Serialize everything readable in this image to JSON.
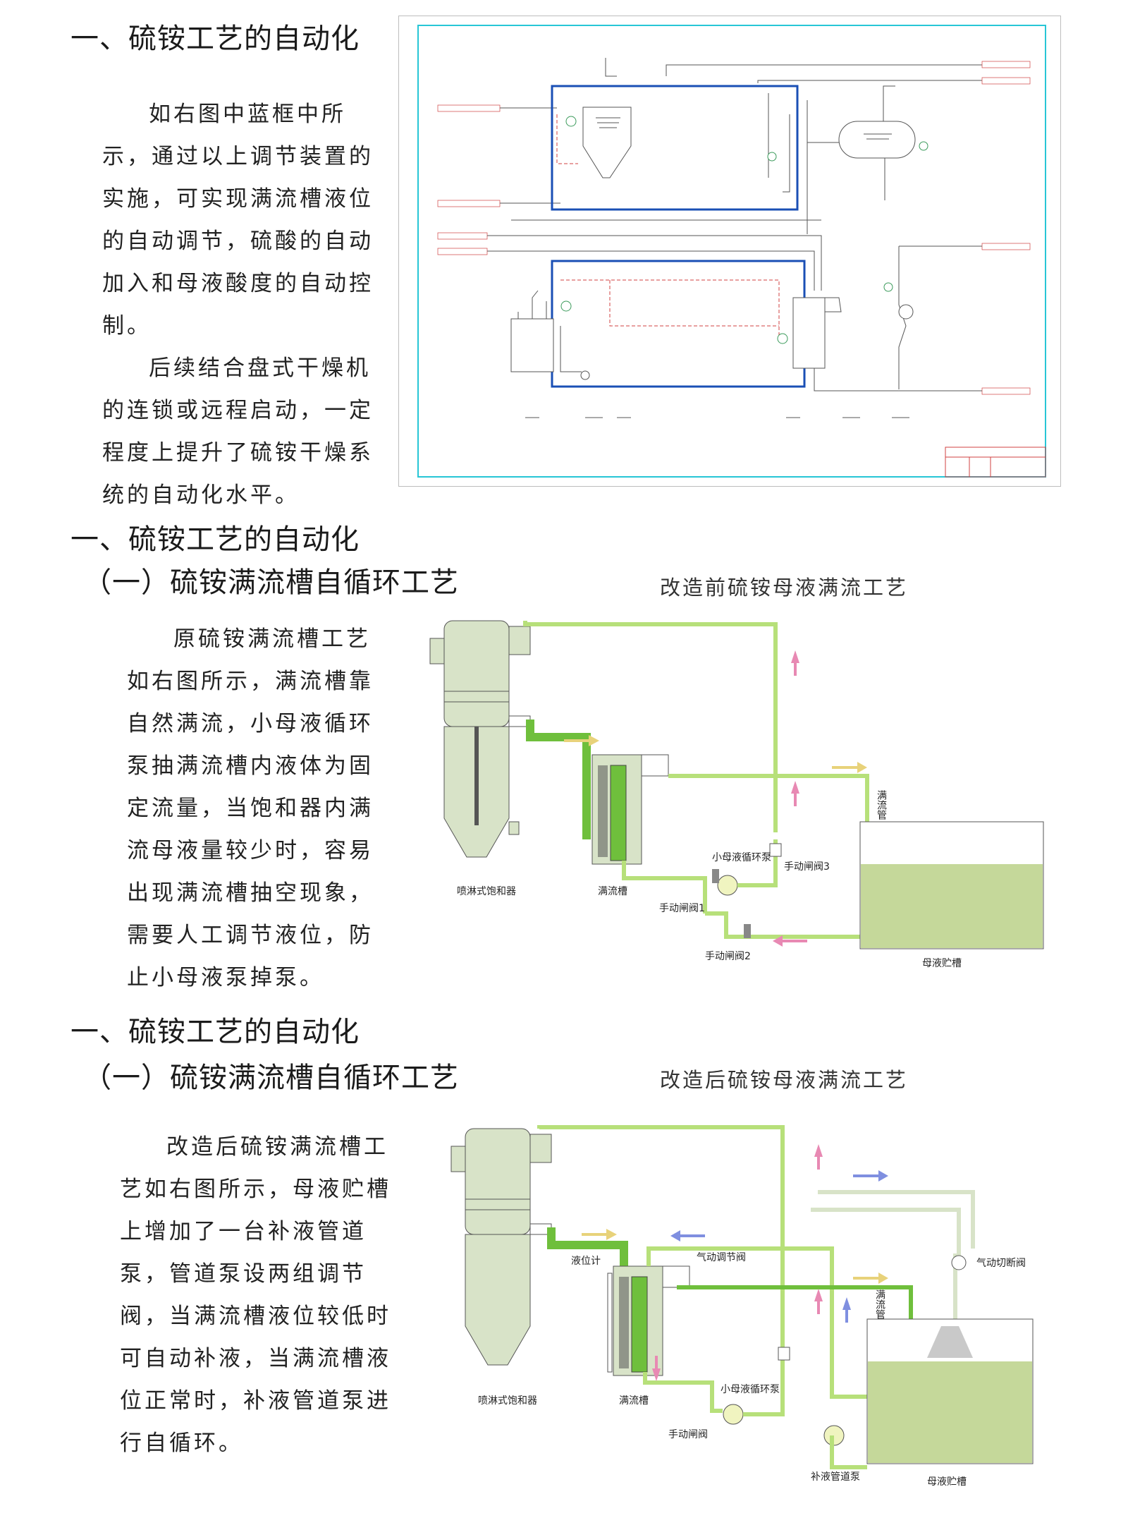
{
  "section1": {
    "title": "一、硫铵工艺的自动化",
    "paragraphs": [
      "如右图中蓝框中所示，通过以上调节装置的实施，可实现满流槽液位的自动调节，硫酸的自动加入和母液酸度的自动控制。",
      "后续结合盘式干燥机的连锁或远程启动，一定程度上提升了硫铵干燥系统的自动化水平。"
    ]
  },
  "section2": {
    "title": "一、硫铵工艺的自动化",
    "subtitle": "（一）硫铵满流槽自循环工艺",
    "caption": "改造前硫铵母液满流工艺",
    "paragraph": "原硫铵满流槽工艺如右图所示，满流槽靠自然满流，小母液循环泵抽满流槽内液体为固定流量，当饱和器内满流母液量较少时，容易出现满流槽抽空现象，需要人工调节液位，防止小母液泵掉泵。",
    "labels": {
      "saturator": "喷淋式饱和器",
      "overflow_tank": "满流槽",
      "overflow_pipe": "满流管",
      "pump": "小母液循环泵",
      "valve1": "手动闸阀1",
      "valve2": "手动闸阀2",
      "valve3": "手动闸阀3",
      "storage": "母液贮槽"
    }
  },
  "section3": {
    "title": "一、硫铵工艺的自动化",
    "subtitle": "（一）硫铵满流槽自循环工艺",
    "caption": "改造后硫铵母液满流工艺",
    "paragraph": "改造后硫铵满流槽工艺如右图所示，母液贮槽上增加了一台补液管道泵，管道泵设两组调节阀，当满流槽液位较低时可自动补液，当满流槽液位正常时，补液管道泵进行自循环。",
    "labels": {
      "saturator": "喷淋式饱和器",
      "overflow_tank": "满流槽",
      "level_meter": "液位计",
      "pneumatic_valve": "气动调节阀",
      "cutoff_valve": "气动切断阀",
      "overflow_pipe": "满流管",
      "pump": "小母液循环泵",
      "manual_valve": "手动闸阀",
      "supply_pump": "补液管道泵",
      "storage": "母液贮槽"
    }
  },
  "colors": {
    "pipe_green": "#b7e07a",
    "pipe_dark": "#6fbf3c",
    "tank_green": "#c5d89a",
    "vessel": "#d8e3c8",
    "arrow_pink": "#e889b3",
    "arrow_yellow": "#e8d27a",
    "arrow_blue": "#7f8fe0",
    "frame_cyan": "#27c6d6",
    "box_blue": "#1a4fb5"
  }
}
